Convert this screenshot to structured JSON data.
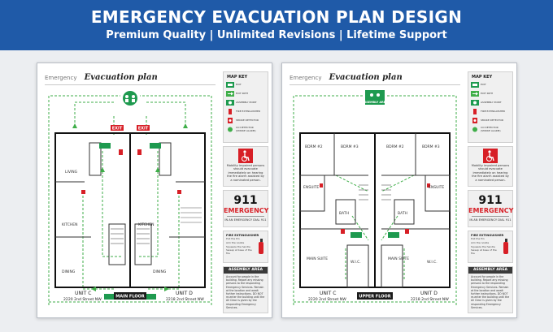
{
  "banner": {
    "title": "EMERGENCY EVACUATION PLAN DESIGN",
    "subtitle": "Premium Quality | Unlimited Revisions | Lifetime Support"
  },
  "colors": {
    "banner": "#1f5aa8",
    "path": "#3fae49",
    "exit_sign": "#1e9a4f",
    "danger": "#d71f26"
  },
  "sheets": [
    {
      "header": {
        "emergency": "Emergency",
        "evacuation": "Evacuation plan"
      },
      "rooms": {
        "living": "LIVING",
        "kitchen_l": "KITCHEN",
        "kitchen_r": "KITCHEN",
        "dining_l": "DINING",
        "dining_r": "DINING"
      },
      "exit_signs": [
        "EXIT",
        "EXIT"
      ],
      "units": {
        "left_name": "UNIT C",
        "left_addr": "2220 2nd Street NW",
        "right_name": "UNIT D",
        "right_addr": "2218 2nd Street NW"
      },
      "floor": "MAIN FLOOR"
    },
    {
      "header": {
        "emergency": "Emergency",
        "evacuation": "Evacuation plan"
      },
      "assembly_label": "ASSEMBLY AREA",
      "rooms": {
        "bdrm2_l": "BDRM #2",
        "bdrm3_l": "BDRM #3",
        "bdrm2_r": "BDRM #2",
        "bdrm3_r": "BDRM #3",
        "ensuite_l": "ENSUITE",
        "ensuite_r": "ENSUITE",
        "bath_l": "BATH",
        "bath_r": "BATH",
        "main_suite_l": "MAIN SUITE",
        "main_suite_r": "MAIN SUITE",
        "wic_l": "W.I.C.",
        "wic_r": "W.I.C."
      },
      "units": {
        "left_name": "UNIT C",
        "left_addr": "2220 2nd Street NW",
        "right_name": "UNIT D",
        "right_addr": "2218 2nd Street NW"
      },
      "floor": "UPPER FLOOR"
    }
  ],
  "side": {
    "map_key": {
      "title": "MAP KEY",
      "items": [
        {
          "icon": "exit-sign-icon",
          "label": "EXIT"
        },
        {
          "icon": "exit-path-arrow-icon",
          "label": "EXIT PATH"
        },
        {
          "icon": "assembly-point-icon",
          "label": "ASSEMBLY POINT"
        },
        {
          "icon": "fire-extinguisher-icon",
          "label": "FIRE EXTINGUISHER"
        },
        {
          "icon": "smoke-detector-icon",
          "label": "SMOKE DETECTOR"
        },
        {
          "icon": "co-detector-icon",
          "label": "CO DETECTOR (SMOKE ALARM)"
        }
      ]
    },
    "mobility": "Mobility impaired persons should evacuate immediately on hearing the fire alarm assisted by a nominated person.",
    "emergency": {
      "number": "911",
      "word": "EMERGENCY",
      "note": "IN AN EMERGENCY DIAL 911"
    },
    "extinguisher": {
      "title": "FIRE EXTINGUISHER",
      "items": [
        "Pull the Pin",
        "Aim the nozzle",
        "Squeeze the handle",
        "Sweep at base of the fire"
      ]
    },
    "assembly": {
      "title": "ASSEMBLY AREA",
      "text": "Account for people in the building. Report any missing persons to the responding Emergency Services. Remain at the location and await further instructions. DO NOT re-enter the building until the All Clear is given by the responding Emergency Services."
    }
  }
}
